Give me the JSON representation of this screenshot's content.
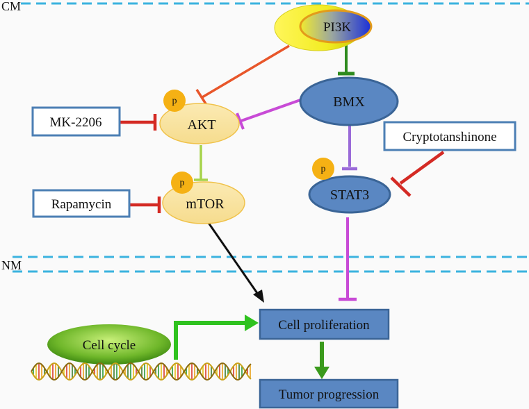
{
  "membranes": {
    "cell_membrane": "CM",
    "nuclear_membrane": "NM"
  },
  "nodes": {
    "pi3k": "PI3K",
    "akt": "AKT",
    "bmx": "BMX",
    "mtor": "mTOR",
    "stat3": "STAT3",
    "cell_proliferation": "Cell proliferation",
    "tumor_progression": "Tumor progression",
    "cell_cycle": "Cell cycle"
  },
  "inhibitors": {
    "mk2206": "MK-2206",
    "rapamycin": "Rapamycin",
    "cryptotanshinone": "Cryptotanshinone"
  },
  "phospho_marker": "p",
  "colors": {
    "dashed_membrane": "#3bb3df",
    "node_fill_yellow": "#f9e3a1",
    "node_fill_blue": "#5a87c2",
    "inhibitor_red": "#d42a24",
    "activation_green": "#2fc21f",
    "orange_line": "#e8562a",
    "magenta_line": "#c84bd6",
    "purple_line": "#9a6ad8",
    "light_green_line": "#a6d34a",
    "phospho_circle": "#f5b114"
  }
}
